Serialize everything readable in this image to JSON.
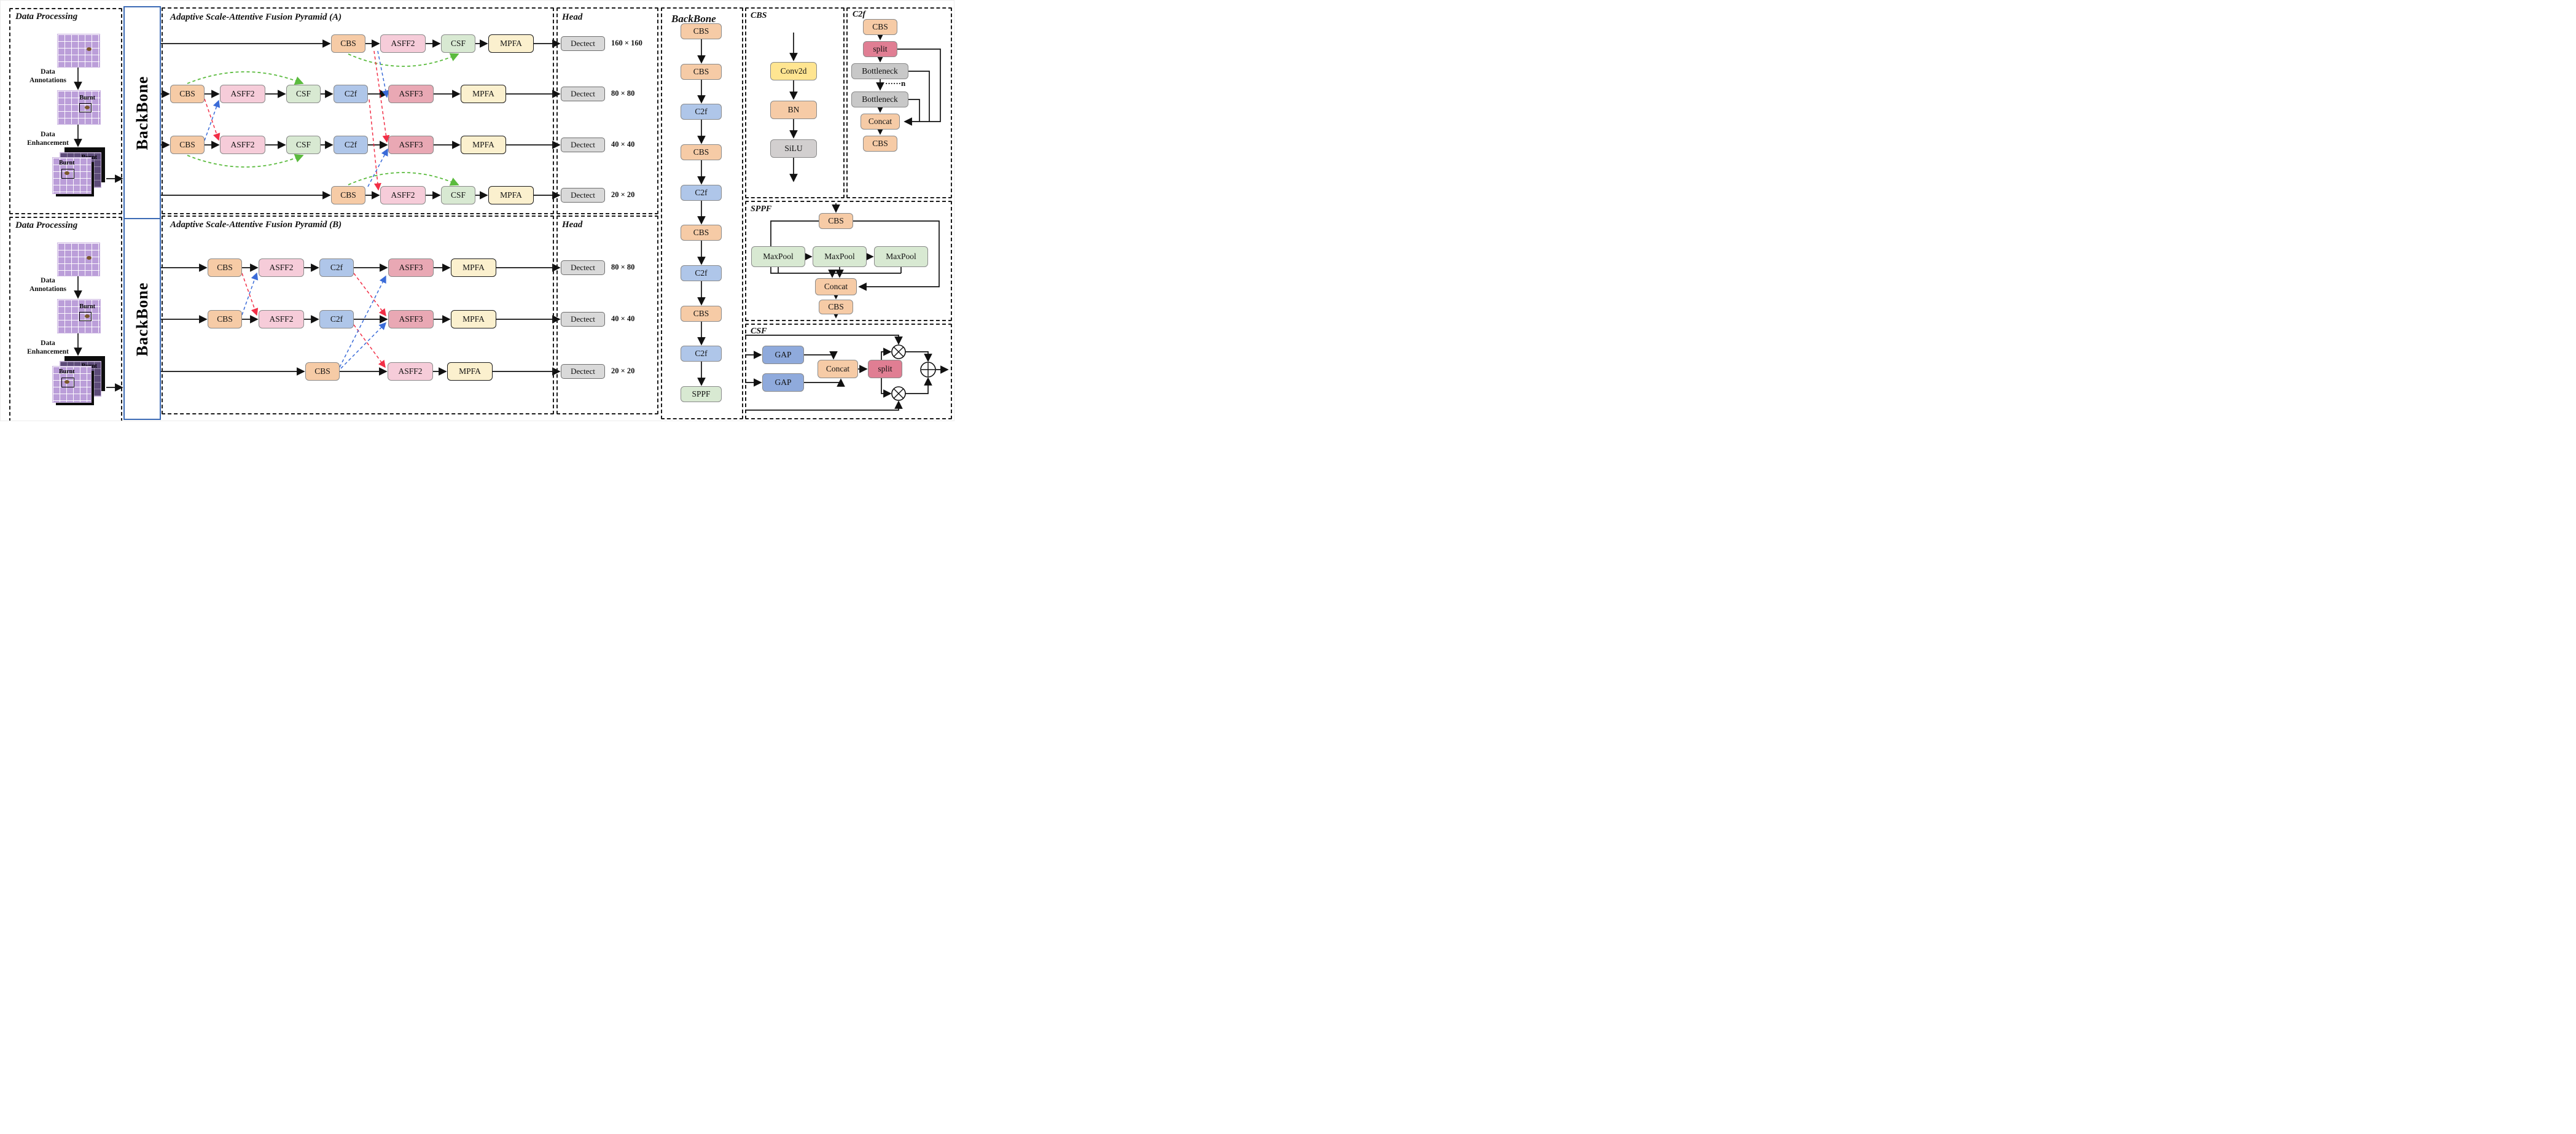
{
  "dp_a": {
    "title": "Data Processing",
    "step1": "Data Annotations",
    "step2": "Data Enhancement",
    "burnt": "Burnt"
  },
  "dp_b": {
    "title": "Data Processing",
    "step1": "Data Annotations",
    "step2": "Data Enhancement",
    "burnt": "Burnt"
  },
  "backbone_bar_a": {
    "label": "BackBone"
  },
  "backbone_bar_b": {
    "label": "BackBone"
  },
  "pyramid_a": {
    "title": "Adaptive Scale-Attentive Fusion Pyramid (A)",
    "rows": [
      {
        "blocks": [
          "CBS",
          "ASFF2",
          "CSF",
          "MPFA"
        ]
      },
      {
        "blocks": [
          "CBS",
          "ASFF2",
          "CSF",
          "C2f",
          "ASFF3",
          "MPFA"
        ]
      },
      {
        "blocks": [
          "CBS",
          "ASFF2",
          "CSF",
          "C2f",
          "ASFF3",
          "MPFA"
        ]
      },
      {
        "blocks": [
          "CBS",
          "ASFF2",
          "CSF",
          "MPFA"
        ]
      }
    ]
  },
  "head_a": {
    "title": "Head",
    "detects": [
      {
        "label": "Dectect",
        "size": "160 × 160"
      },
      {
        "label": "Dectect",
        "size": "80 × 80"
      },
      {
        "label": "Dectect",
        "size": "40 × 40"
      },
      {
        "label": "Dectect",
        "size": "20 × 20"
      }
    ]
  },
  "pyramid_b": {
    "title": "Adaptive Scale-Attentive Fusion Pyramid (B)",
    "rows": [
      {
        "blocks": [
          "CBS",
          "ASFF2",
          "C2f",
          "ASFF3",
          "MPFA"
        ]
      },
      {
        "blocks": [
          "CBS",
          "ASFF2",
          "C2f",
          "ASFF3",
          "MPFA"
        ]
      },
      {
        "blocks": [
          "CBS",
          "ASFF2",
          "MPFA"
        ]
      }
    ]
  },
  "head_b": {
    "title": "Head",
    "detects": [
      {
        "label": "Dectect",
        "size": "80 × 80"
      },
      {
        "label": "Dectect",
        "size": "40 × 40"
      },
      {
        "label": "Dectect",
        "size": "20 × 20"
      }
    ]
  },
  "backbone_detail": {
    "title": "BackBone",
    "blocks": [
      "CBS",
      "CBS",
      "C2f",
      "CBS",
      "C2f",
      "CBS",
      "C2f",
      "CBS",
      "C2f",
      "SPPF"
    ]
  },
  "cbs_detail": {
    "title": "CBS",
    "blocks": [
      "Conv2d",
      "BN",
      "SiLU"
    ]
  },
  "c2f_detail": {
    "title": "C2f",
    "cbs_top": "CBS",
    "split": "split",
    "bottleneck1": "Bottleneck",
    "repeat": "······n",
    "bottleneck2": "Bottleneck",
    "concat": "Concat",
    "cbs_bottom": "CBS"
  },
  "sppf_detail": {
    "title": "SPPF",
    "cbs_top": "CBS",
    "maxpool1": "MaxPool",
    "maxpool2": "MaxPool",
    "maxpool3": "MaxPool",
    "concat": "Concat",
    "cbs_bottom": "CBS"
  },
  "csf_detail": {
    "title": "CSF",
    "gap1": "GAP",
    "gap2": "GAP",
    "concat": "Concat",
    "split": "split"
  },
  "colors": {
    "cbs": "#F6CBA6",
    "asff2": "#F6CCD9",
    "asff3": "#E9A8B4",
    "csf_block": "#D8E9D2",
    "c2f": "#AFC6E9",
    "mpfa": "#FBF0CE",
    "detect": "#D9D9D9",
    "split": "#E07E93",
    "bottleneck": "#C8C8C8",
    "conv2d": "#FFE591",
    "gap": "#8FAADC",
    "maxpool": "#D8E9D2",
    "green_link": "#5BBB3E",
    "red_link": "#F22E46",
    "blue_link": "#3A6BD8",
    "backbone_border": "#3B6AB5",
    "grid_purple": "#bb9ed9"
  }
}
